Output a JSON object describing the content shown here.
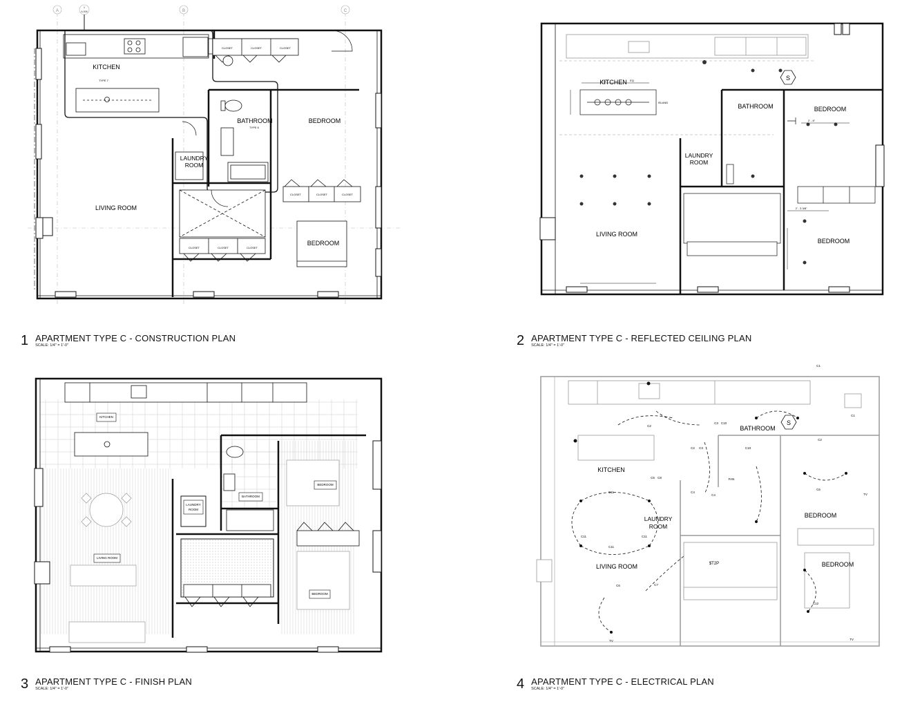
{
  "plans": [
    {
      "number": "1",
      "title": "APARTMENT TYPE C - CONSTRUCTION PLAN",
      "scale": "SCALE: 1/4\" = 1'-0\"",
      "rooms": {
        "kitchen": "KITCHEN",
        "living": "LIVING ROOM",
        "bathroom": "BATHROOM",
        "bedroom1": "BEDROOM",
        "bedroom2": "BEDROOM",
        "laundry1": "LAUNDRY",
        "laundry2": "ROOM"
      },
      "notes": {
        "type7": "TYPE 7",
        "type6": "TYPE 6",
        "closet": "CLOSET"
      },
      "grid": {
        "a": "A",
        "b": "B",
        "c": "C",
        "ref1": "1",
        "ref2": "A-506"
      }
    },
    {
      "number": "2",
      "title": "APARTMENT TYPE C - REFLECTED CEILING PLAN",
      "scale": "SCALE: 1/4\" = 1'-0\"",
      "rooms": {
        "kitchen": "KITCHEN",
        "living": "LIVING ROOM",
        "bathroom": "BATHROOM",
        "bedroom1": "BEDROOM",
        "bedroom2": "BEDROOM",
        "laundry1": "LAUNDRY",
        "laundry2": "ROOM"
      },
      "notes": {
        "eq": "EQ",
        "island": "ISLAND",
        "dim1": "2' - 6\"",
        "dim2": "2' - 3 3/8\"",
        "s": "S"
      }
    },
    {
      "number": "3",
      "title": "APARTMENT TYPE C - FINISH PLAN",
      "scale": "SCALE: 1/4\" = 1'-0\"",
      "rooms": {
        "kitchen": "KITCHEN",
        "living": "LIVING ROOM",
        "bathroom": "BATHROOM",
        "bedroom1": "BEDROOM",
        "bedroom2": "BEDROOM",
        "laundry1": "LAUNDRY",
        "laundry2": "ROOM"
      }
    },
    {
      "number": "4",
      "title": "APARTMENT TYPE C - ELECTRICAL PLAN",
      "scale": "SCALE: 1/4\" = 1'-0\"",
      "rooms": {
        "kitchen": "KITCHEN",
        "living": "LIVING ROOM",
        "bathroom": "BATHROOM",
        "bedroom1": "BEDROOM",
        "bedroom2": "BEDROOM",
        "laundry1": "LAUNDRY",
        "laundry2": "ROOM"
      },
      "notes": {
        "c1": "C1",
        "c2": "C2",
        "c3": "C3",
        "c4": "C4",
        "c5": "C5",
        "c6": "C6",
        "c7": "C7",
        "c8": "C8",
        "c10": "C10",
        "c11": "C11",
        "c12": "C12",
        "fan": "FAN",
        "t2p": "$T2P",
        "tv": "TV",
        "s": "S"
      }
    }
  ]
}
